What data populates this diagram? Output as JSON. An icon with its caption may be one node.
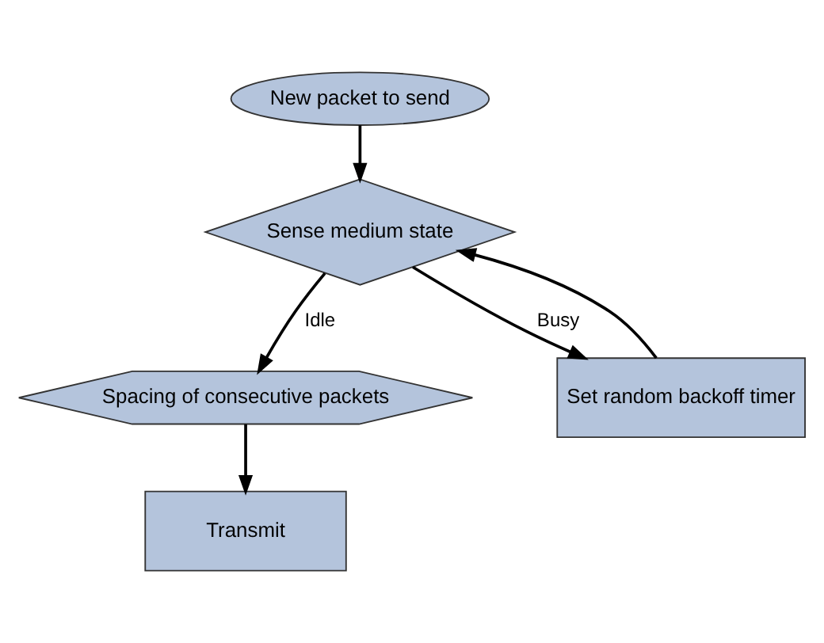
{
  "diagram": {
    "nodes": [
      {
        "text": [
          "New packet to send"
        ]
      },
      {
        "text": [
          "Sense medium state"
        ]
      },
      {
        "text": [
          "Spacing of consecutive packets"
        ]
      },
      {
        "text": [
          "Set random backoff timer"
        ]
      },
      {
        "text": [
          "Transmit"
        ]
      }
    ],
    "edges": [
      {
        "from": 0,
        "to": 1,
        "arrow": "to"
      },
      {
        "from": 1,
        "to": 2,
        "arrow": "to",
        "label": "Idle"
      },
      {
        "from": 1,
        "to": 3,
        "arrow": "to",
        "label": "Busy"
      },
      {
        "from": 3,
        "to": 1,
        "arrow": "to"
      },
      {
        "from": 2,
        "to": 4,
        "arrow": "to"
      }
    ]
  }
}
